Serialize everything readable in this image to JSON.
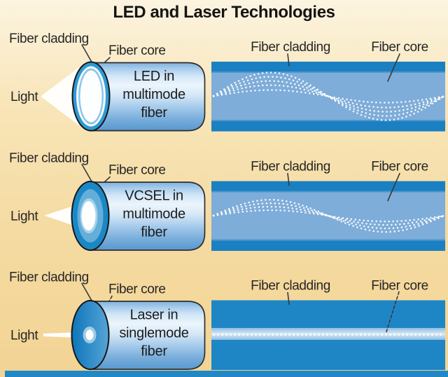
{
  "title": "LED and Laser Technologies",
  "palette": {
    "background_top": "#fcf4e0",
    "background_bottom": "#f2d494",
    "cladding_blue": "#1a80c2",
    "core_blue": "#7fadd9",
    "singlemode_core_band_light": "#d9eaf7",
    "light_beam_white": "#fffefa",
    "label_text": "#262626",
    "bottom_bar_blue": "#2187c5"
  },
  "rows": [
    {
      "id": "led-multimode",
      "cylinder": {
        "cladding_label": "Fiber cladding",
        "core_label": "Fiber core",
        "light_label": "Light",
        "label_lines": [
          "LED in",
          "multimode",
          "fiber"
        ]
      },
      "cross_section": {
        "cladding_label": "Fiber cladding",
        "core_label": "Fiber core",
        "mode_type": "multimode",
        "wave_amplitudes": [
          9,
          16,
          22,
          28,
          34
        ]
      }
    },
    {
      "id": "vcsel-multimode",
      "cylinder": {
        "cladding_label": "Fiber cladding",
        "core_label": "Fiber core",
        "light_label": "Light",
        "label_lines": [
          "VCSEL in",
          "multimode",
          "fiber"
        ]
      },
      "cross_section": {
        "cladding_label": "Fiber cladding",
        "core_label": "Fiber core",
        "mode_type": "multimode",
        "wave_amplitudes": [
          8,
          13,
          18,
          23
        ]
      }
    },
    {
      "id": "laser-singlemode",
      "cylinder": {
        "cladding_label": "Fiber cladding",
        "core_label": "Fiber core",
        "light_label": "Light",
        "label_lines": [
          "Laser in",
          "singlemode",
          "fiber"
        ]
      },
      "cross_section": {
        "cladding_label": "Fiber cladding",
        "core_label": "Fiber core",
        "mode_type": "singlemode",
        "wave_amplitudes": [
          0
        ]
      }
    }
  ]
}
